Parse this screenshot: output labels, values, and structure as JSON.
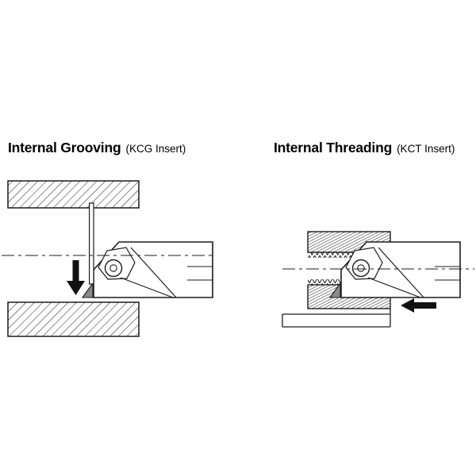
{
  "page": {
    "background_color": "#ffffff"
  },
  "figure": {
    "diagrams": [
      {
        "title": "Internal Grooving",
        "subtitle": "(KCG Insert)",
        "feed_arrow_direction": "down"
      },
      {
        "title": "Internal Threading",
        "subtitle": "(KCT Insert)",
        "feed_arrow_direction": "left"
      }
    ],
    "colors": {
      "line": "#1c1c1c",
      "insert_tip_gray": "#8a8a8a",
      "arrow": "#111111"
    }
  }
}
